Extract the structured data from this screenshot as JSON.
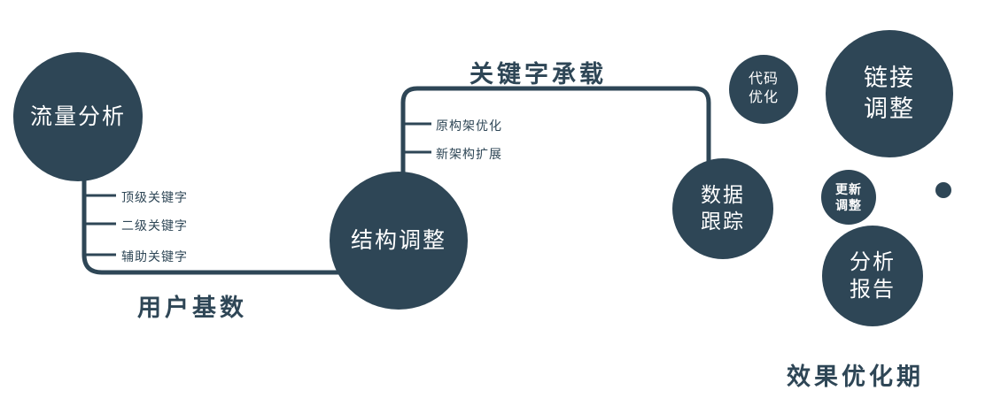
{
  "diagram": {
    "colors": {
      "primary": "#2e4656"
    },
    "nodes": {
      "traffic_analysis": {
        "label": "流量分析"
      },
      "structure_adjust": {
        "label": "结构调整"
      },
      "data_tracking": {
        "line1": "数据",
        "line2": "跟踪"
      },
      "code_optimization": {
        "line1": "代码",
        "line2": "优化"
      },
      "link_adjustment": {
        "line1": "链接",
        "line2": "调整"
      },
      "update_adjustment": {
        "line1": "更新",
        "line2": "调整"
      },
      "analysis_report": {
        "line1": "分析",
        "line2": "报告"
      }
    },
    "edge_labels": {
      "user_base": "用户基数",
      "keyword_bearing": "关键字承载"
    },
    "traffic_branches": [
      "顶级关键字",
      "二级关键字",
      "辅助关键字"
    ],
    "structure_branches": [
      "原构架优化",
      "新架构扩展"
    ],
    "footer_label": "效果优化期"
  }
}
